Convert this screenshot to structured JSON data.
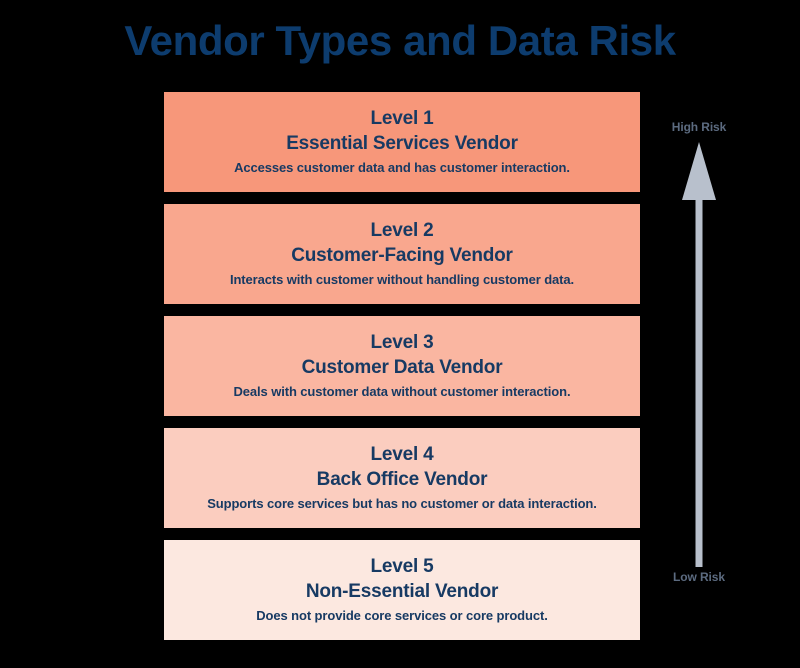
{
  "header": {
    "title": "Vendor Types and Data Risk"
  },
  "colors": {
    "background": "#000000",
    "title_navy": "#0D3C6E",
    "text_navy": "#173A63",
    "risk_label_gray": "#5C6B80",
    "arrow_gray": "#B8C0CC",
    "band_level_1": "#F7977A",
    "band_level_2": "#F9A78E",
    "band_level_3": "#FAB6A1",
    "band_level_4": "#FBCDBF",
    "band_level_5": "#FCE8E0"
  },
  "levels": [
    {
      "level": "Level 1",
      "name": "Essential Services Vendor",
      "description": "Accesses customer data and has customer interaction.",
      "color": "#F7977A"
    },
    {
      "level": "Level 2",
      "name": "Customer-Facing Vendor",
      "description": "Interacts with customer without handling customer data.",
      "color": "#F9A78E"
    },
    {
      "level": "Level 3",
      "name": "Customer Data Vendor",
      "description": "Deals with customer data without customer interaction.",
      "color": "#FAB6A1"
    },
    {
      "level": "Level 4",
      "name": "Back Office Vendor",
      "description": "Supports core services but has no customer or data interaction.",
      "color": "#FBCDBF"
    },
    {
      "level": "Level 5",
      "name": "Non-Essential Vendor",
      "description": "Does not provide core services or core product.",
      "color": "#FCE8E0"
    }
  ],
  "risk_axis": {
    "high_label": "High Risk",
    "low_label": "Low Risk",
    "direction": "upward-arrow",
    "arrow_color": "#B8C0CC"
  }
}
